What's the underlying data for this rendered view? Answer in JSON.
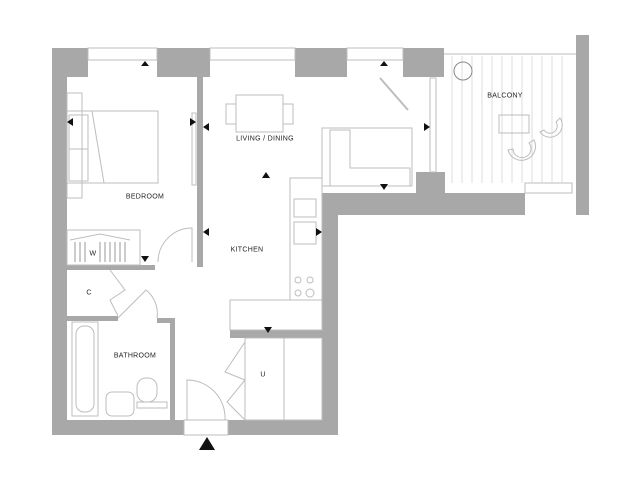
{
  "rooms": {
    "bedroom": "BEDROOM",
    "living": "LIVING / DINING",
    "kitchen": "KITCHEN",
    "balcony": "BALCONY",
    "bathroom": "BATHROOM",
    "cupboard_c": "C",
    "wardrobe": "W",
    "utility": "U"
  },
  "colors": {
    "wall": "#a8a8a8",
    "line": "#bdbdbd",
    "mark": "#111111"
  }
}
